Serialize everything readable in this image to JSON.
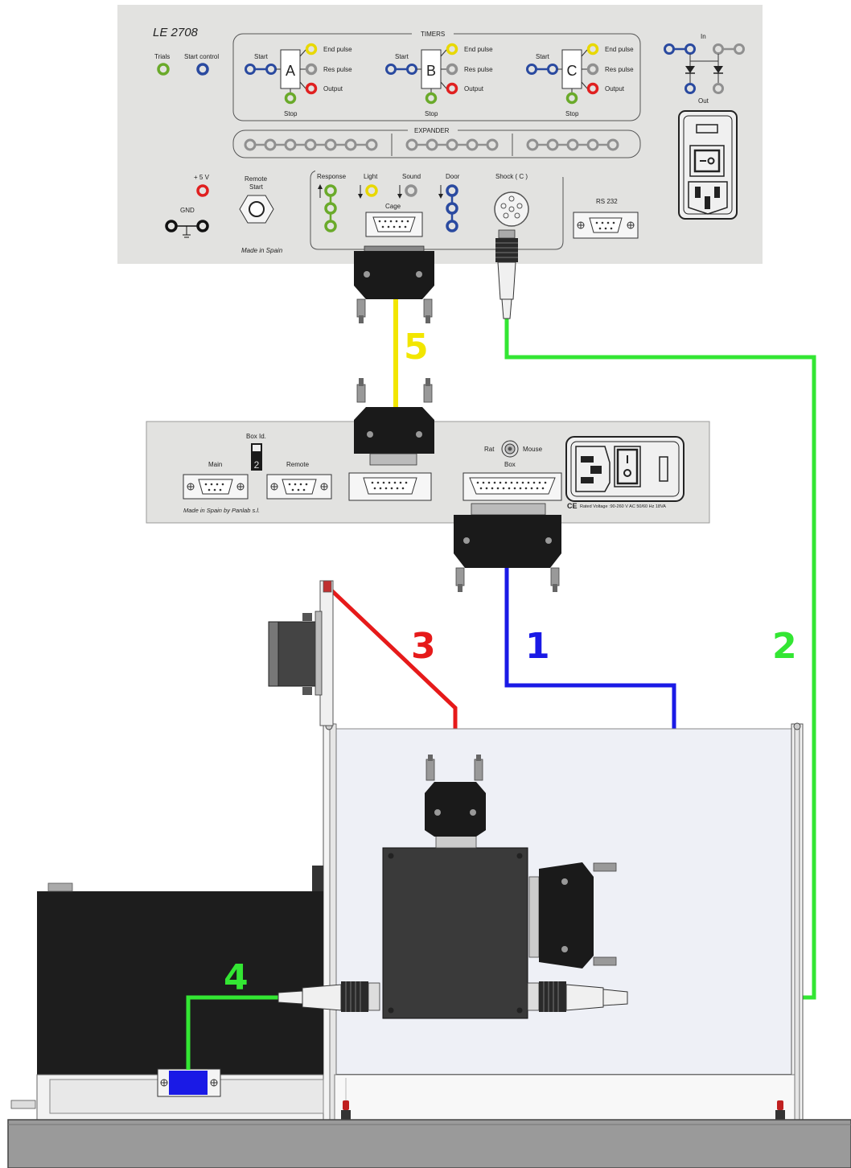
{
  "le2708": {
    "model": "LE 2708",
    "trials": "Trials",
    "start_control": "Start control",
    "timers_title": "TIMERS",
    "timers": [
      {
        "letter": "A",
        "start": "Start",
        "stop": "Stop",
        "end_pulse": "End pulse",
        "res_pulse": "Res pulse",
        "output": "Output"
      },
      {
        "letter": "B",
        "start": "Start",
        "stop": "Stop",
        "end_pulse": "End pulse",
        "res_pulse": "Res pulse",
        "output": "Output"
      },
      {
        "letter": "C",
        "start": "Start",
        "stop": "Stop",
        "end_pulse": "End pulse",
        "res_pulse": "Res pulse",
        "output": "Output"
      }
    ],
    "in": "In",
    "out": "Out",
    "expander": "EXPANDER",
    "plus5v": "+ 5 V",
    "gnd": "GND",
    "remote_start_1": "Remote",
    "remote_start_2": "Start",
    "response": "Response",
    "light": "Light",
    "sound": "Sound",
    "door": "Door",
    "shock": "Shock ( C )",
    "cage": "Cage",
    "rs232": "RS 232",
    "made_in": "Made in Spain"
  },
  "interface": {
    "box_id": "Box Id.",
    "box_id_value": "2",
    "main": "Main",
    "remote": "Remote",
    "rat": "Rat",
    "mouse": "Mouse",
    "box": "Box",
    "made_in": "Made in Spain by Panlab s.l.",
    "rated": "Rated Voltage :90-260 V AC 50/60 Hz 18VA",
    "ce": "CE"
  },
  "cables": [
    {
      "number": "1",
      "color": "#1a1ae6"
    },
    {
      "number": "2",
      "color": "#33e633"
    },
    {
      "number": "3",
      "color": "#e61a1a"
    },
    {
      "number": "4",
      "color": "#33e633"
    },
    {
      "number": "5",
      "color": "#f2e600"
    }
  ],
  "colors": {
    "panel": "#e2e2e0",
    "connector": "#1a1a1a",
    "cage_bg": "#eef0f6",
    "base": "#9a9a9a",
    "jack_green": "#6aaa2a",
    "jack_blue": "#2a4aa0",
    "jack_yellow": "#e8d800",
    "jack_red": "#e02020",
    "jack_gray": "#909090"
  }
}
